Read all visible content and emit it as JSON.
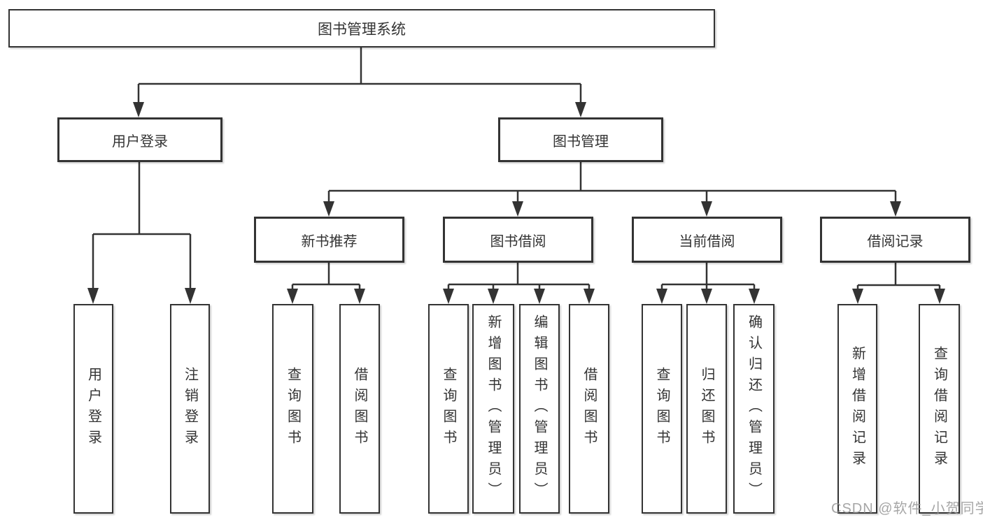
{
  "tree": {
    "root": {
      "label": "图书管理系统",
      "children": [
        {
          "label": "用户登录",
          "children": [
            {
              "label": "用户登录"
            },
            {
              "label": "注销登录"
            }
          ]
        },
        {
          "label": "图书管理",
          "children": [
            {
              "label": "新书推荐",
              "children": [
                {
                  "label": "查询图书"
                },
                {
                  "label": "借阅图书"
                }
              ]
            },
            {
              "label": "图书借阅",
              "children": [
                {
                  "label": "查询图书"
                },
                {
                  "label": "新增图书（管理员）"
                },
                {
                  "label": "编辑图书（管理员）"
                },
                {
                  "label": "借阅图书"
                }
              ]
            },
            {
              "label": "当前借阅",
              "children": [
                {
                  "label": "查询图书"
                },
                {
                  "label": "归还图书"
                },
                {
                  "label": "确认归还（管理员）"
                }
              ]
            },
            {
              "label": "借阅记录",
              "children": [
                {
                  "label": "新增借阅记录"
                },
                {
                  "label": "查询借阅记录"
                }
              ]
            }
          ]
        }
      ]
    }
  },
  "watermark": {
    "text": "CSDN @软件_小贺同学"
  },
  "colors": {
    "line": "#333333",
    "text": "#333333",
    "box_background": "#ffffff",
    "page_background": "#ffffff",
    "watermark": "#969696"
  }
}
